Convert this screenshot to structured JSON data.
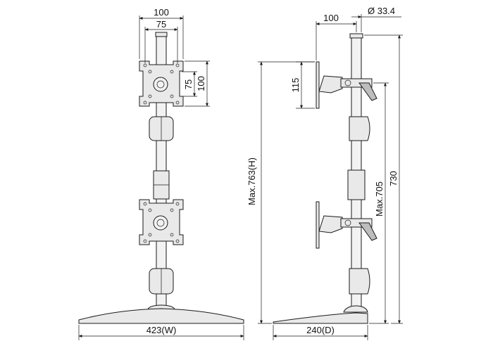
{
  "front_view": {
    "vesa_outer_width": "100",
    "vesa_inner_width": "75",
    "vesa_inner_height": "75",
    "vesa_outer_height": "100",
    "base_width": "423(W)"
  },
  "side_view": {
    "arm_offset": "100",
    "pole_diameter": "Ø 33.4",
    "plate_height": "115",
    "max_height": "Max.763(H)",
    "max_mount_height": "Max.705",
    "pole_height": "730",
    "base_depth": "240(D)"
  }
}
